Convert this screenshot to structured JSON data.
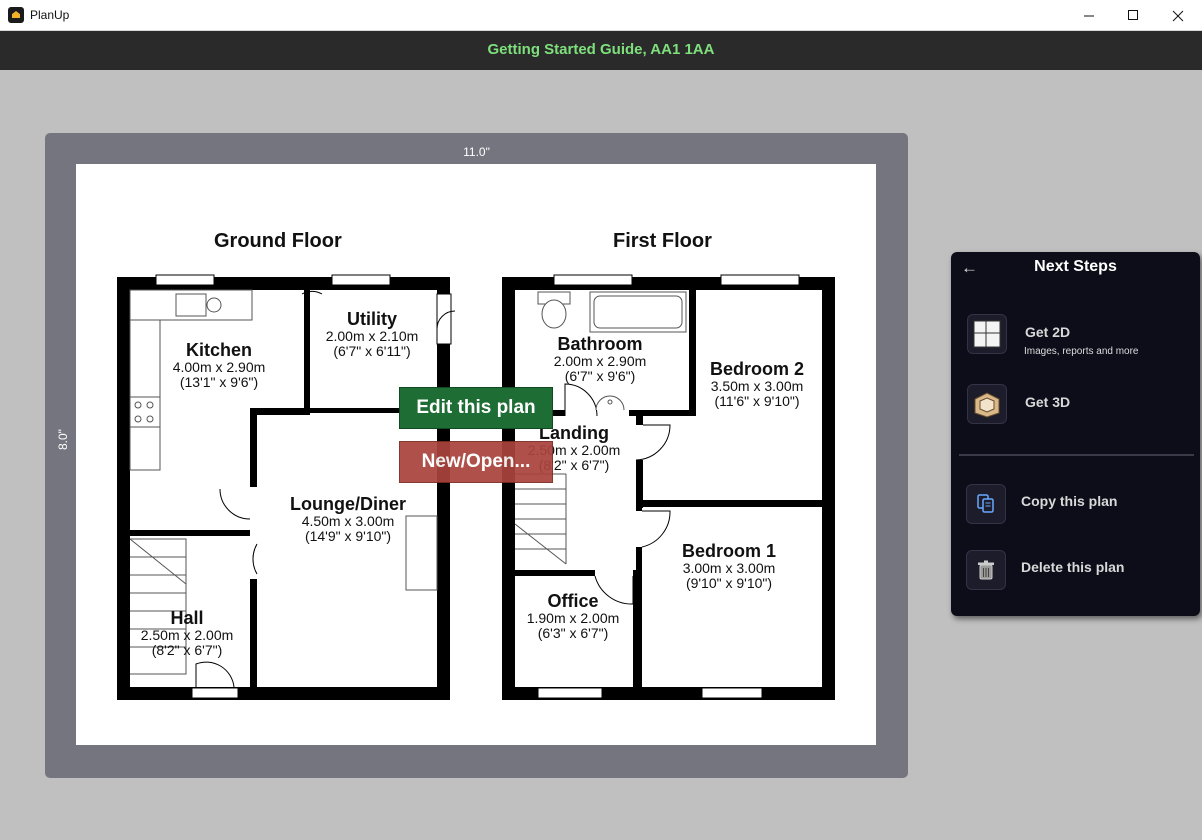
{
  "window": {
    "title": "PlanUp"
  },
  "header": {
    "title": "Getting Started Guide, AA1 1AA"
  },
  "plan": {
    "width_label": "11.0\"",
    "height_label": "8.0\"",
    "floors": [
      {
        "name": "Ground Floor"
      },
      {
        "name": "First Floor"
      }
    ],
    "rooms": {
      "kitchen": {
        "name": "Kitchen",
        "metric": "4.00m x 2.90m",
        "imperial": "(13'1\" x 9'6\")"
      },
      "utility": {
        "name": "Utility",
        "metric": "2.00m x 2.10m",
        "imperial": "(6'7\" x 6'11\")"
      },
      "lounge": {
        "name": "Lounge/Diner",
        "metric": "4.50m x 3.00m",
        "imperial": "(14'9\" x 9'10\")"
      },
      "hall": {
        "name": "Hall",
        "metric": "2.50m x 2.00m",
        "imperial": "(8'2\" x 6'7\")"
      },
      "bathroom": {
        "name": "Bathroom",
        "metric": "2.00m x 2.90m",
        "imperial": "(6'7\" x 9'6\")"
      },
      "bedroom2": {
        "name": "Bedroom 2",
        "metric": "3.50m x 3.00m",
        "imperial": "(11'6\" x 9'10\")"
      },
      "landing": {
        "name": "Landing",
        "metric": "2.50m x 2.00m",
        "imperial": "(8'2\" x 6'7\")"
      },
      "bedroom1": {
        "name": "Bedroom 1",
        "metric": "3.00m x 3.00m",
        "imperial": "(9'10\" x 9'10\")"
      },
      "office": {
        "name": "Office",
        "metric": "1.90m x 2.00m",
        "imperial": "(6'3\" x 6'7\")"
      }
    }
  },
  "actions": {
    "edit": "Edit this plan",
    "new_open": "New/Open..."
  },
  "panel": {
    "title": "Next Steps",
    "items": [
      {
        "label": "Get 2D",
        "sub": "Images, reports and more",
        "icon": "floorplan-2d-icon"
      },
      {
        "label": "Get 3D",
        "sub": "",
        "icon": "floorplan-3d-icon"
      },
      {
        "label": "Copy this plan",
        "sub": "",
        "icon": "copy-icon"
      },
      {
        "label": "Delete this plan",
        "sub": "",
        "icon": "trash-icon"
      }
    ]
  },
  "colors": {
    "header_text": "#7ee07c",
    "edit_button": "#1e6d34",
    "new_button": "#a9443d",
    "panel_bg": "#0d0d1a"
  }
}
